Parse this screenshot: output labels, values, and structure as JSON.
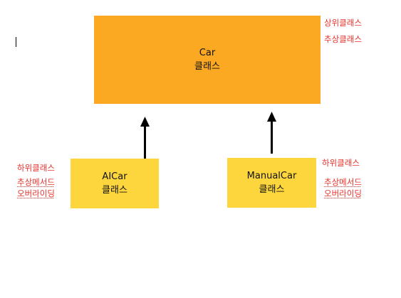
{
  "colors": {
    "superclass_fill": "#FBA823",
    "subclass_fill": "#FDD63D",
    "annotation_text": "#E8312A",
    "arrow": "#000000"
  },
  "superclass": {
    "name": "Car",
    "kind": "클래스",
    "label_role": "상위클래스",
    "label_abstract": "추상클래스"
  },
  "subclasses": [
    {
      "name": "AICar",
      "kind": "클래스",
      "label_role": "하위클래스",
      "label_method": "추상메서드",
      "label_override": "오버라이딩"
    },
    {
      "name": "ManualCar",
      "kind": "클래스",
      "label_role": "하위클래스",
      "label_method": "추상메서드",
      "label_override": "오버라이딩"
    }
  ]
}
